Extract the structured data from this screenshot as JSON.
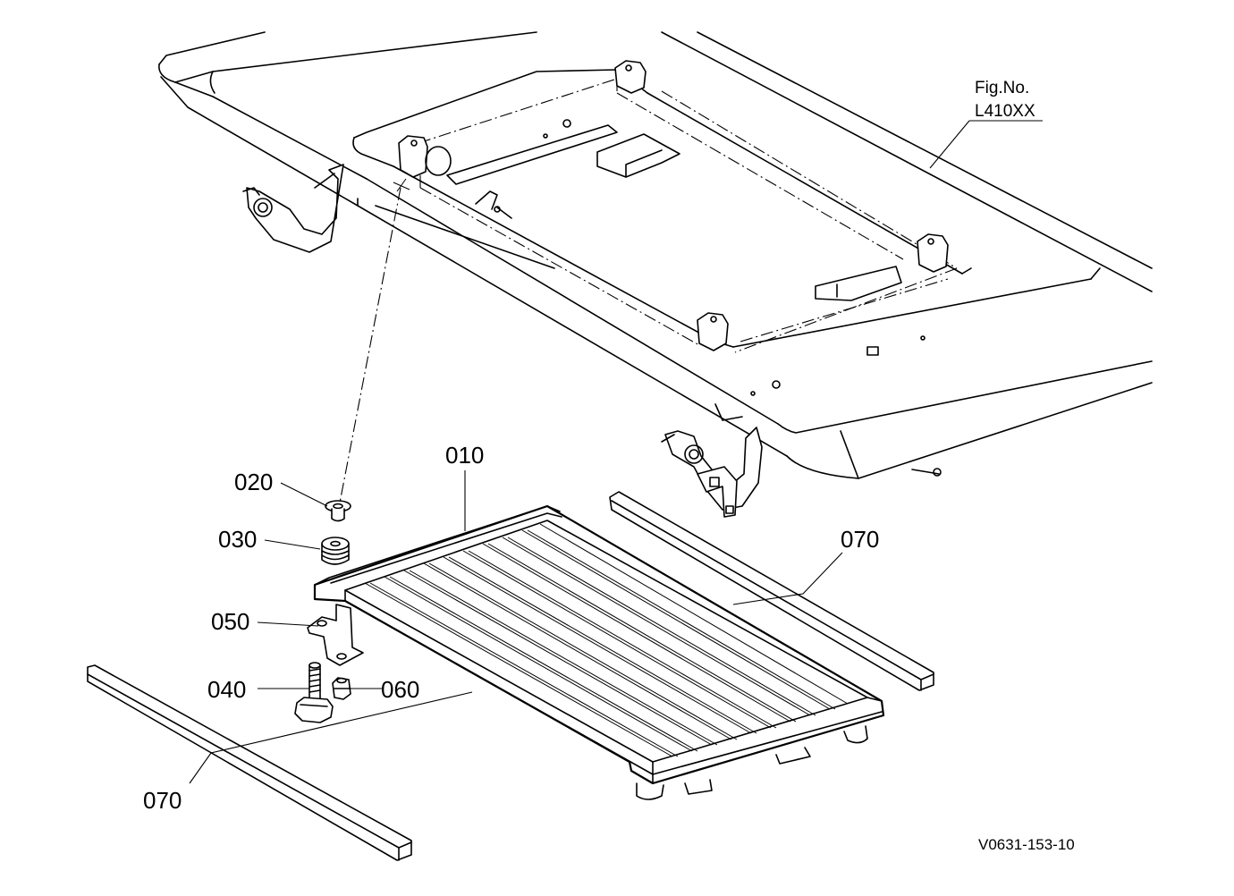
{
  "figure": {
    "ref_label": "Fig.No.",
    "ref_number": "L410XX",
    "drawing_code": "V0631-153-10"
  },
  "callouts": {
    "c010": "010",
    "c020": "020",
    "c030": "030",
    "c040": "040",
    "c050": "050",
    "c060": "060",
    "c070a": "070",
    "c070b": "070"
  }
}
